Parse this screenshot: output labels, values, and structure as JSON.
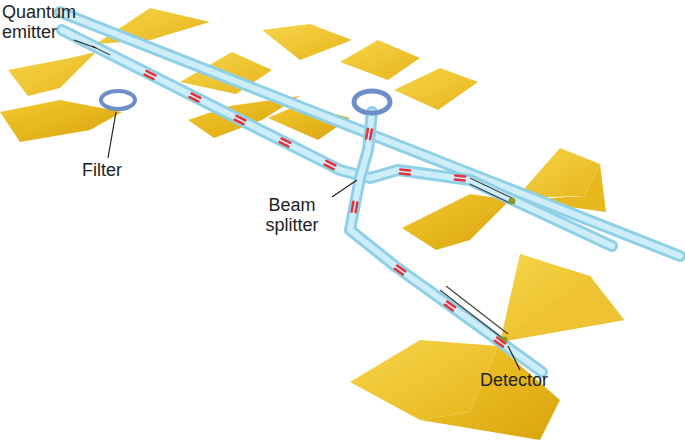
{
  "diagram": {
    "labels": [
      "Quantum emitter",
      "Filter",
      "Beam splitter",
      "Detector"
    ]
  }
}
